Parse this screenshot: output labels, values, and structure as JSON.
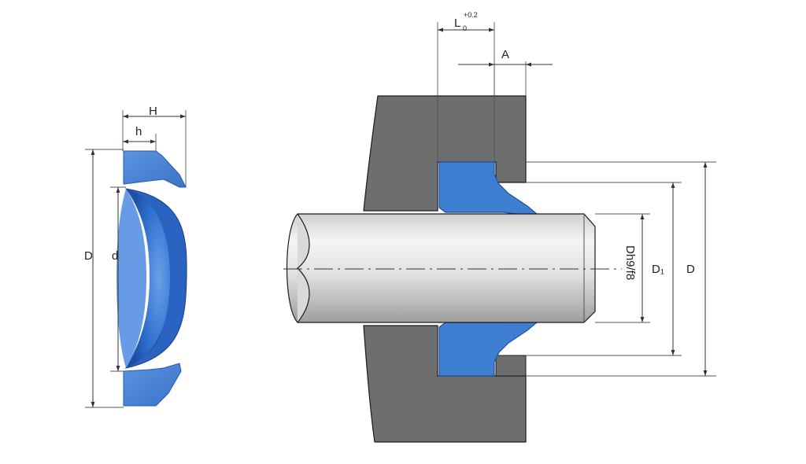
{
  "labels": {
    "seal_width": "H",
    "lip_width": "h",
    "seal_outer_diameter": "D",
    "seal_inner_diameter": "d",
    "groove_length": "L",
    "groove_length_sub": "0",
    "groove_length_tol": "+0.2",
    "lip_offset": "A",
    "rod_diameter": "Dh9/f8",
    "groove_diameter": "D₁",
    "housing_diameter": "D"
  },
  "colors": {
    "seal_blue": "#3f7fd1",
    "seal_blue_light": "#79a9e6",
    "seal_blue_dark": "#1f4f9e",
    "housing_gray": "#6b6b6b",
    "rod_gray_light": "#e6e6e6",
    "rod_gray_dark": "#9a9a9a",
    "outline": "#1a1a1a"
  }
}
